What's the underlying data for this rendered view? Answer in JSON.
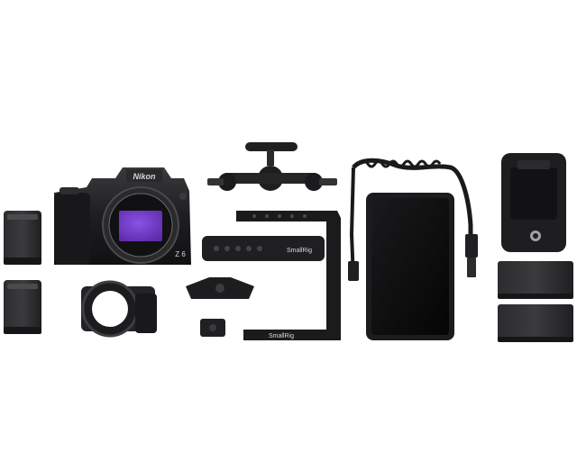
{
  "camera": {
    "brand": "Nikon",
    "model_mark": "Z 6"
  },
  "cage": {
    "brand_top": "SmallRig",
    "brand_bottom": "SmallRig"
  },
  "colors": {
    "background": "#ffffff",
    "sensor": "#7b3fd6",
    "body": "#1d1d1f"
  }
}
